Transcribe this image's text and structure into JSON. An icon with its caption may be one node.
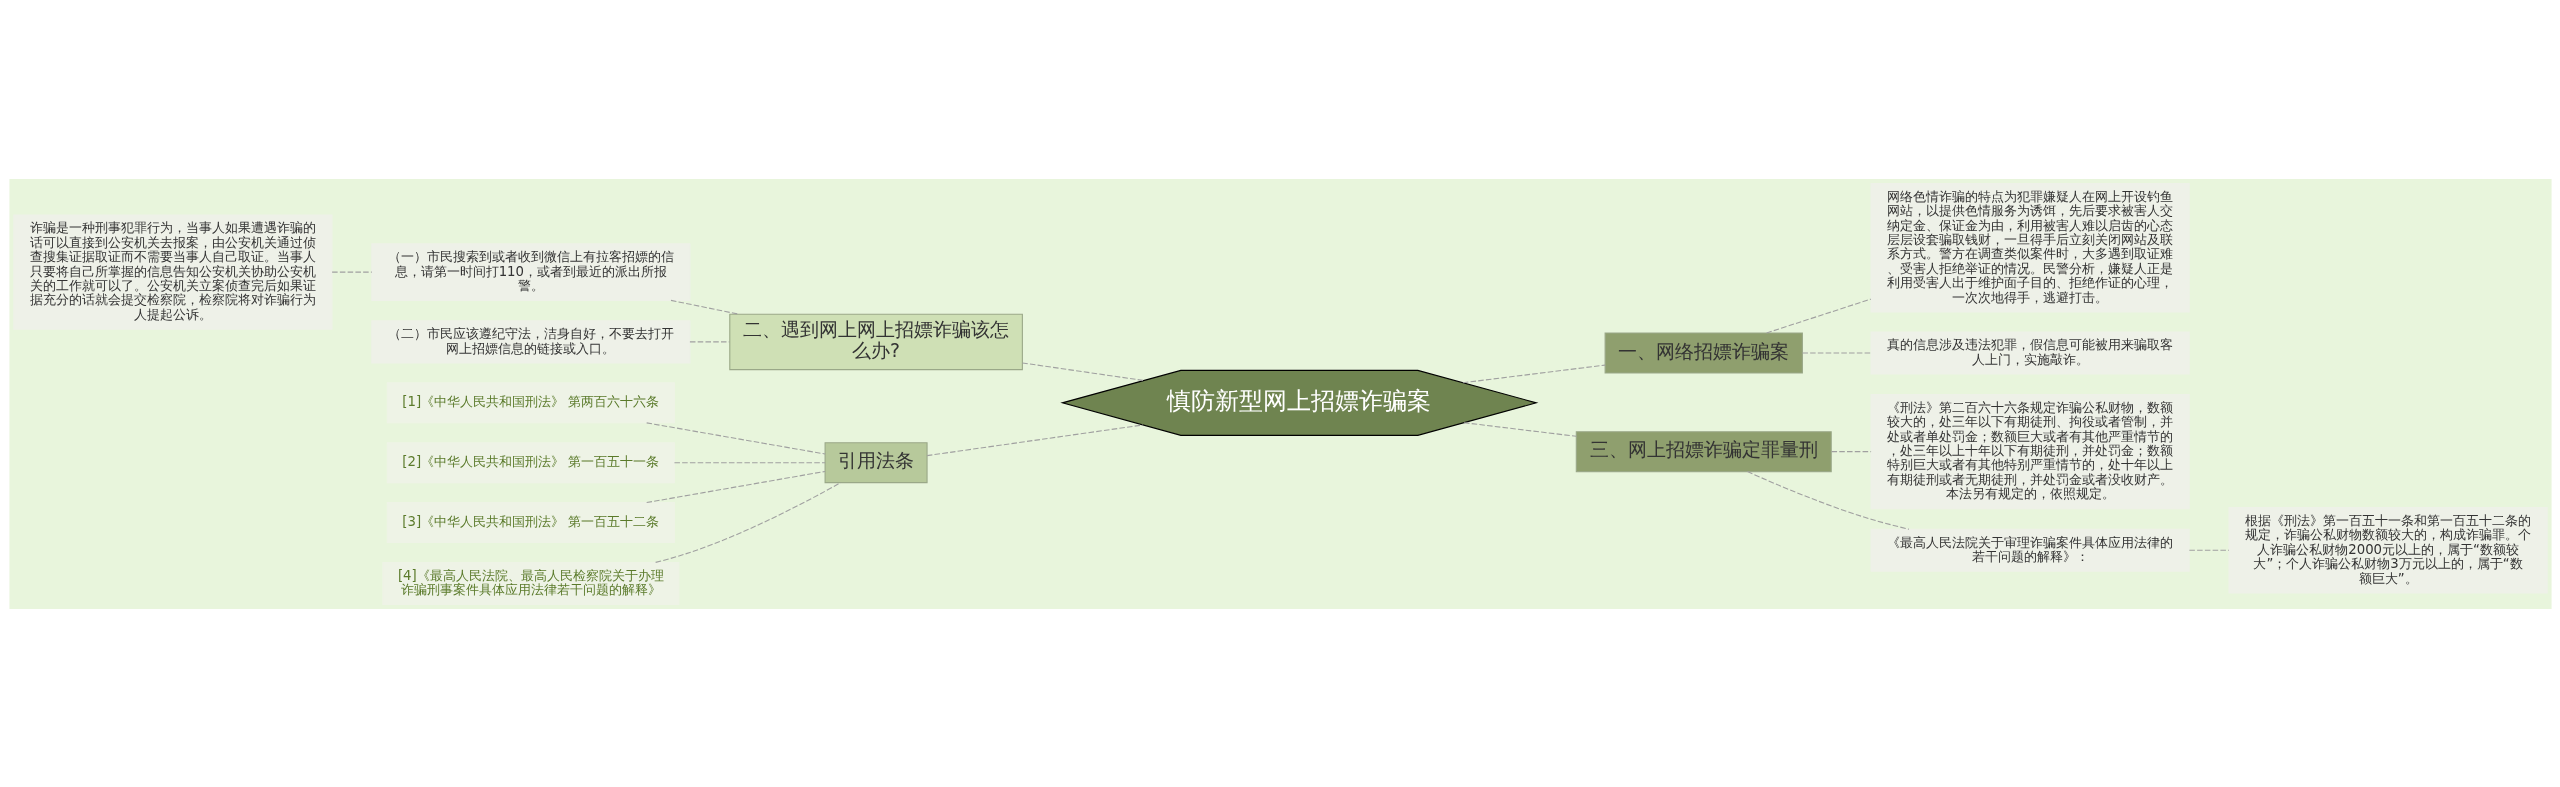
{
  "diagram": {
    "nodes": [
      {
        "text": [
          "慎防新型网上招嫖诈骗案"
        ]
      },
      {
        "text": [
          "二、遇到网上网上招嫖诈骗该怎么办?"
        ]
      },
      {
        "text": [
          "（一）市民搜索到或者收到微信上有拉客招嫖的信息，请第一时间打110，或者到最近的派出所报警。"
        ]
      },
      {
        "text": [
          "诈骗是一种刑事犯罪行为，当事人如果遭遇诈骗的话可以直接到公安机关去报案，由公安机关通过侦查搜集证据取证而不需要当事人自己取证。当事人只要将自己所掌握的信息告知公安机关协助公安机关的工作就可以了。公安机关立案侦查完后如果证据充分的话就会提交检察院，检察院将对诈骗行为人提起公诉。"
        ]
      },
      {
        "text": [
          "（二）市民应该遵纪守法，洁身自好，不要去打开网上招嫖信息的链接或入口。"
        ]
      },
      {
        "text": [
          "引用法条"
        ]
      },
      {
        "text": [
          "[1]《中华人民共和国刑法》 第两百六十六条"
        ]
      },
      {
        "text": [
          "[2]《中华人民共和国刑法》 第一百五十一条"
        ]
      },
      {
        "text": [
          "[3]《中华人民共和国刑法》 第一百五十二条"
        ]
      },
      {
        "text": [
          "[4]《最高人民法院、最高人民检察院关于办理诈骗刑事案件具体应用法律若干问题的解释》"
        ]
      },
      {
        "text": [
          "一、网络招嫖诈骗案"
        ]
      },
      {
        "text": [
          "网络色情诈骗的特点为犯罪嫌疑人在网上开设钓鱼网站，以提供色情服务为诱饵，先后要求被害人交纳定金、保证金为由，利用被害人难以启齿的心态层层设套骗取钱财，一旦得手后立刻关闭网站及联系方式。警方在调查类似案件时，大多遇到取证难、受害人拒绝举证的情况。民警分析，嫌疑人正是利用受害人出于维护面子目的、拒绝作证的心理，一次次地得手，逃避打击。"
        ]
      },
      {
        "text": [
          "真的信息涉及违法犯罪，假信息可能被用来骗取客人上门，实施敲诈。"
        ]
      },
      {
        "text": [
          "三、网上招嫖诈骗定罪量刑"
        ]
      },
      {
        "text": [
          "《刑法》第二百六十六条规定诈骗公私财物，数额较大的，处三年以下有期徒刑、拘役或者管制，并处或者单处罚金；数额巨大或者有其他严重情节的，处三年以上十年以下有期徒刑，并处罚金；数额特别巨大或者有其他特别严重情节的，处十年以上有期徒刑或者无期徒刑，并处罚金或者没收财产。本法另有规定的，依照规定。"
        ]
      },
      {
        "text": [
          "《最高人民法院关于审理诈骗案件具体应用法律的若干问题的解释》："
        ]
      },
      {
        "text": [
          "根据《刑法》第一百五十一条和第一百五十二条的规定，诈骗公私财物数额较大的，构成诈骗罪。个人诈骗公私财物2000元以上的，属于“数额较大”；个人诈骗公私财物3万元以上的，属于“数额巨大”。"
        ]
      }
    ],
    "edges": [
      {
        "from": 0,
        "to": 1,
        "arrow": "none",
        "style": "dashed"
      },
      {
        "from": 1,
        "to": 2,
        "arrow": "none",
        "style": "dashed"
      },
      {
        "from": 2,
        "to": 3,
        "arrow": "none",
        "style": "dashed"
      },
      {
        "from": 1,
        "to": 4,
        "arrow": "none",
        "style": "dashed"
      },
      {
        "from": 0,
        "to": 5,
        "arrow": "none",
        "style": "dashed"
      },
      {
        "from": 5,
        "to": 6,
        "arrow": "none",
        "style": "dashed"
      },
      {
        "from": 5,
        "to": 7,
        "arrow": "none",
        "style": "dashed"
      },
      {
        "from": 5,
        "to": 8,
        "arrow": "none",
        "style": "dashed"
      },
      {
        "from": 5,
        "to": 9,
        "arrow": "none",
        "style": "dashed"
      },
      {
        "from": 0,
        "to": 10,
        "arrow": "none",
        "style": "dashed"
      },
      {
        "from": 10,
        "to": 11,
        "arrow": "none",
        "style": "dashed"
      },
      {
        "from": 10,
        "to": 12,
        "arrow": "none",
        "style": "dashed"
      },
      {
        "from": 0,
        "to": 13,
        "arrow": "none",
        "style": "dashed"
      },
      {
        "from": 13,
        "to": 14,
        "arrow": "none",
        "style": "dashed"
      },
      {
        "from": 13,
        "to": 15,
        "arrow": "none",
        "style": "dashed"
      },
      {
        "from": 15,
        "to": 16,
        "arrow": "none",
        "style": "dashed"
      }
    ]
  }
}
